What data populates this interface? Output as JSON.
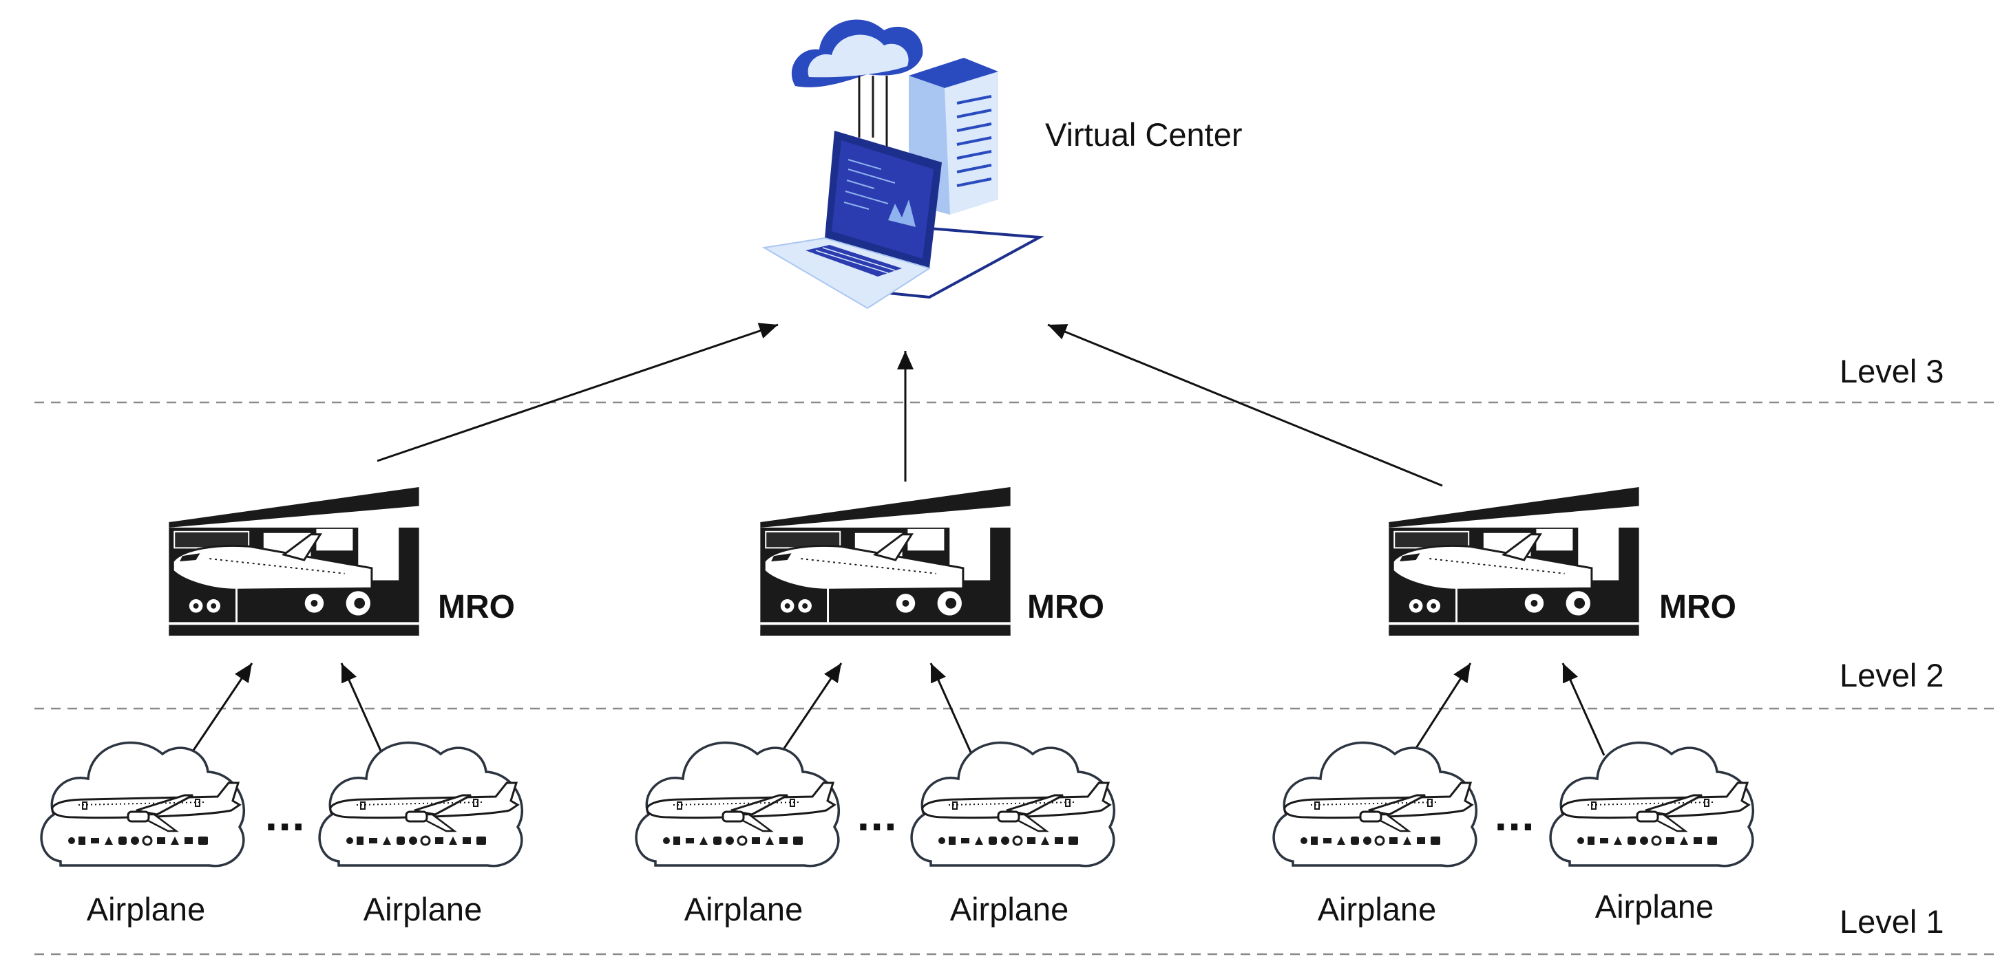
{
  "center": {
    "label": "Virtual Center",
    "icon": "virtual-center-icon"
  },
  "levels": [
    {
      "id": "level-3",
      "label": "Level 3"
    },
    {
      "id": "level-2",
      "label": "Level 2"
    },
    {
      "id": "level-1",
      "label": "Level 1"
    }
  ],
  "mro_units": [
    {
      "label": "MRO",
      "icon": "hangar-icon"
    },
    {
      "label": "MRO",
      "icon": "hangar-icon"
    },
    {
      "label": "MRO",
      "icon": "hangar-icon"
    }
  ],
  "airplane_groups": [
    {
      "airplanes": [
        {
          "label": "Airplane"
        },
        {
          "label": "Airplane"
        }
      ],
      "separator": "···"
    },
    {
      "airplanes": [
        {
          "label": "Airplane"
        },
        {
          "label": "Airplane"
        }
      ],
      "separator": "···"
    },
    {
      "airplanes": [
        {
          "label": "Airplane"
        },
        {
          "label": "Airplane"
        }
      ],
      "separator": "···"
    }
  ],
  "colors": {
    "line": "#111111",
    "dashed": "#8a8a8a",
    "cloud_stroke": "#2c3440",
    "server_dark": "#1d2f8c",
    "server_light": "#dbe9fb",
    "screen": "#2b3bb0"
  }
}
